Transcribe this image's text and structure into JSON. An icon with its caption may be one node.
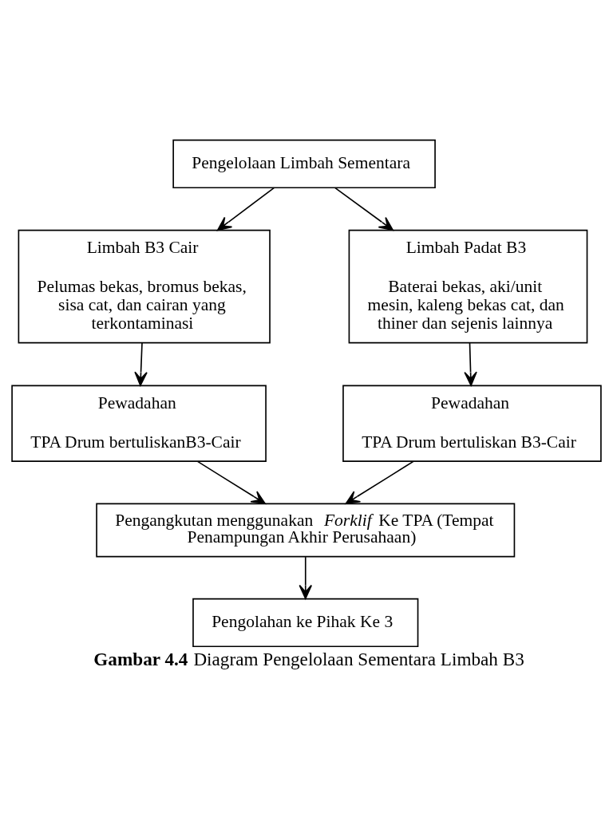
{
  "diagram": {
    "caption": "**Gambar 4.4** Diagram Pengelolaan Sementara Limbah B3",
    "nodes": [
      {
        "text": [
          "Pengelolaan Limbah Sementara"
        ]
      },
      {
        "text": [
          "Limbah B3 Cair",
          "Pelumas bekas, bromus bekas, sisa cat, dan cairan yang terkontaminasi"
        ]
      },
      {
        "text": [
          "Limbah Padat B3",
          "Baterai bekas, aki/unit mesin, kaleng bekas cat, dan thiner dan sejenis lainnya"
        ]
      },
      {
        "text": [
          "Pewadahan",
          "TPA Drum bertuliskanB3-Cair"
        ]
      },
      {
        "text": [
          "Pewadahan",
          "TPA Drum bertuliskan B3-Cair"
        ]
      },
      {
        "text": [
          "Pengangkutan menggunakan *Forklif* Ke TPA (Tempat Penampungan Akhir Perusahaan)"
        ]
      },
      {
        "text": [
          "Pengolahan ke Pihak Ke 3"
        ]
      }
    ],
    "edges": [
      {
        "from": 0,
        "to": 1,
        "arrow": "to"
      },
      {
        "from": 0,
        "to": 2,
        "arrow": "to"
      },
      {
        "from": 1,
        "to": 3,
        "arrow": "to"
      },
      {
        "from": 2,
        "to": 4,
        "arrow": "to"
      },
      {
        "from": 3,
        "to": 5,
        "arrow": "to"
      },
      {
        "from": 4,
        "to": 5,
        "arrow": "to"
      },
      {
        "from": 5,
        "to": 6,
        "arrow": "to"
      }
    ]
  }
}
